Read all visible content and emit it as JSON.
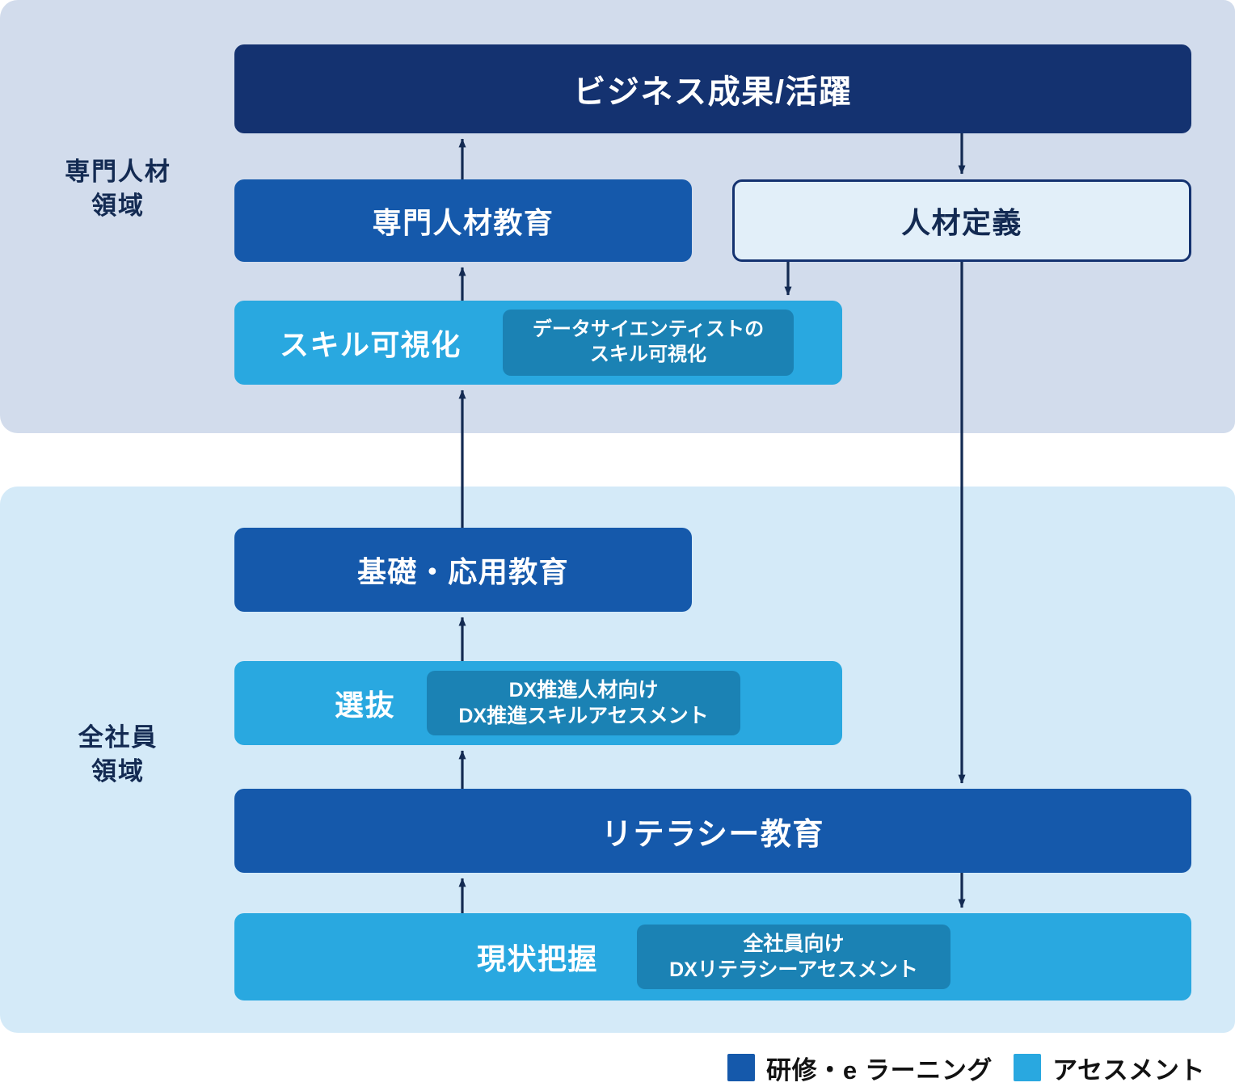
{
  "regions": [
    {
      "id": "specialist",
      "label": "専門人材\n領域",
      "background": "#d2dcec"
    },
    {
      "id": "allstaff",
      "label": "全社員\n領域",
      "background": "#d4eaf8"
    }
  ],
  "boxes": {
    "business_outcome": {
      "label": "ビジネス成果/活躍",
      "type": "training",
      "color": "#143270"
    },
    "specialist_education": {
      "label": "専門人材教育",
      "type": "training",
      "color": "#1559ab"
    },
    "talent_definition": {
      "label": "人材定義",
      "type": "outline",
      "color": "#e2eff9",
      "border": "#143270"
    },
    "skill_visualization": {
      "label": "スキル可視化",
      "type": "assessment",
      "color": "#29a8e0",
      "chip": "データサイエンティストの\nスキル可視化"
    },
    "basic_applied_education": {
      "label": "基礎・応用教育",
      "type": "training",
      "color": "#1559ab"
    },
    "selection": {
      "label": "選抜",
      "type": "assessment",
      "color": "#29a8e0",
      "chip": "DX推進人材向け\nDX推進スキルアセスメント"
    },
    "literacy_education": {
      "label": "リテラシー教育",
      "type": "training",
      "color": "#1559ab"
    },
    "current_status": {
      "label": "現状把握",
      "type": "assessment",
      "color": "#29a8e0",
      "chip": "全社員向け\nDXリテラシーアセスメント"
    }
  },
  "legend": {
    "items": [
      {
        "label": "研修・e ラーニング",
        "color": "#1559ab",
        "swatch": "sw-training"
      },
      {
        "label": "アセスメント",
        "color": "#29a8e0",
        "swatch": "sw-assessment"
      }
    ]
  },
  "connectors": {
    "arrow_color": "#132a52",
    "flows": [
      "現状把握 → リテラシー教育",
      "リテラシー教育 → 選抜",
      "選抜 → 基礎・応用教育",
      "基礎・応用教育 → スキル可視化",
      "スキル可視化 → 専門人材教育",
      "専門人材教育 → ビジネス成果/活躍",
      "ビジネス成果/活躍 → 人材定義",
      "人材定義 → スキル可視化",
      "人材定義 → リテラシー教育",
      "リテラシー教育 → 現状把握"
    ]
  }
}
